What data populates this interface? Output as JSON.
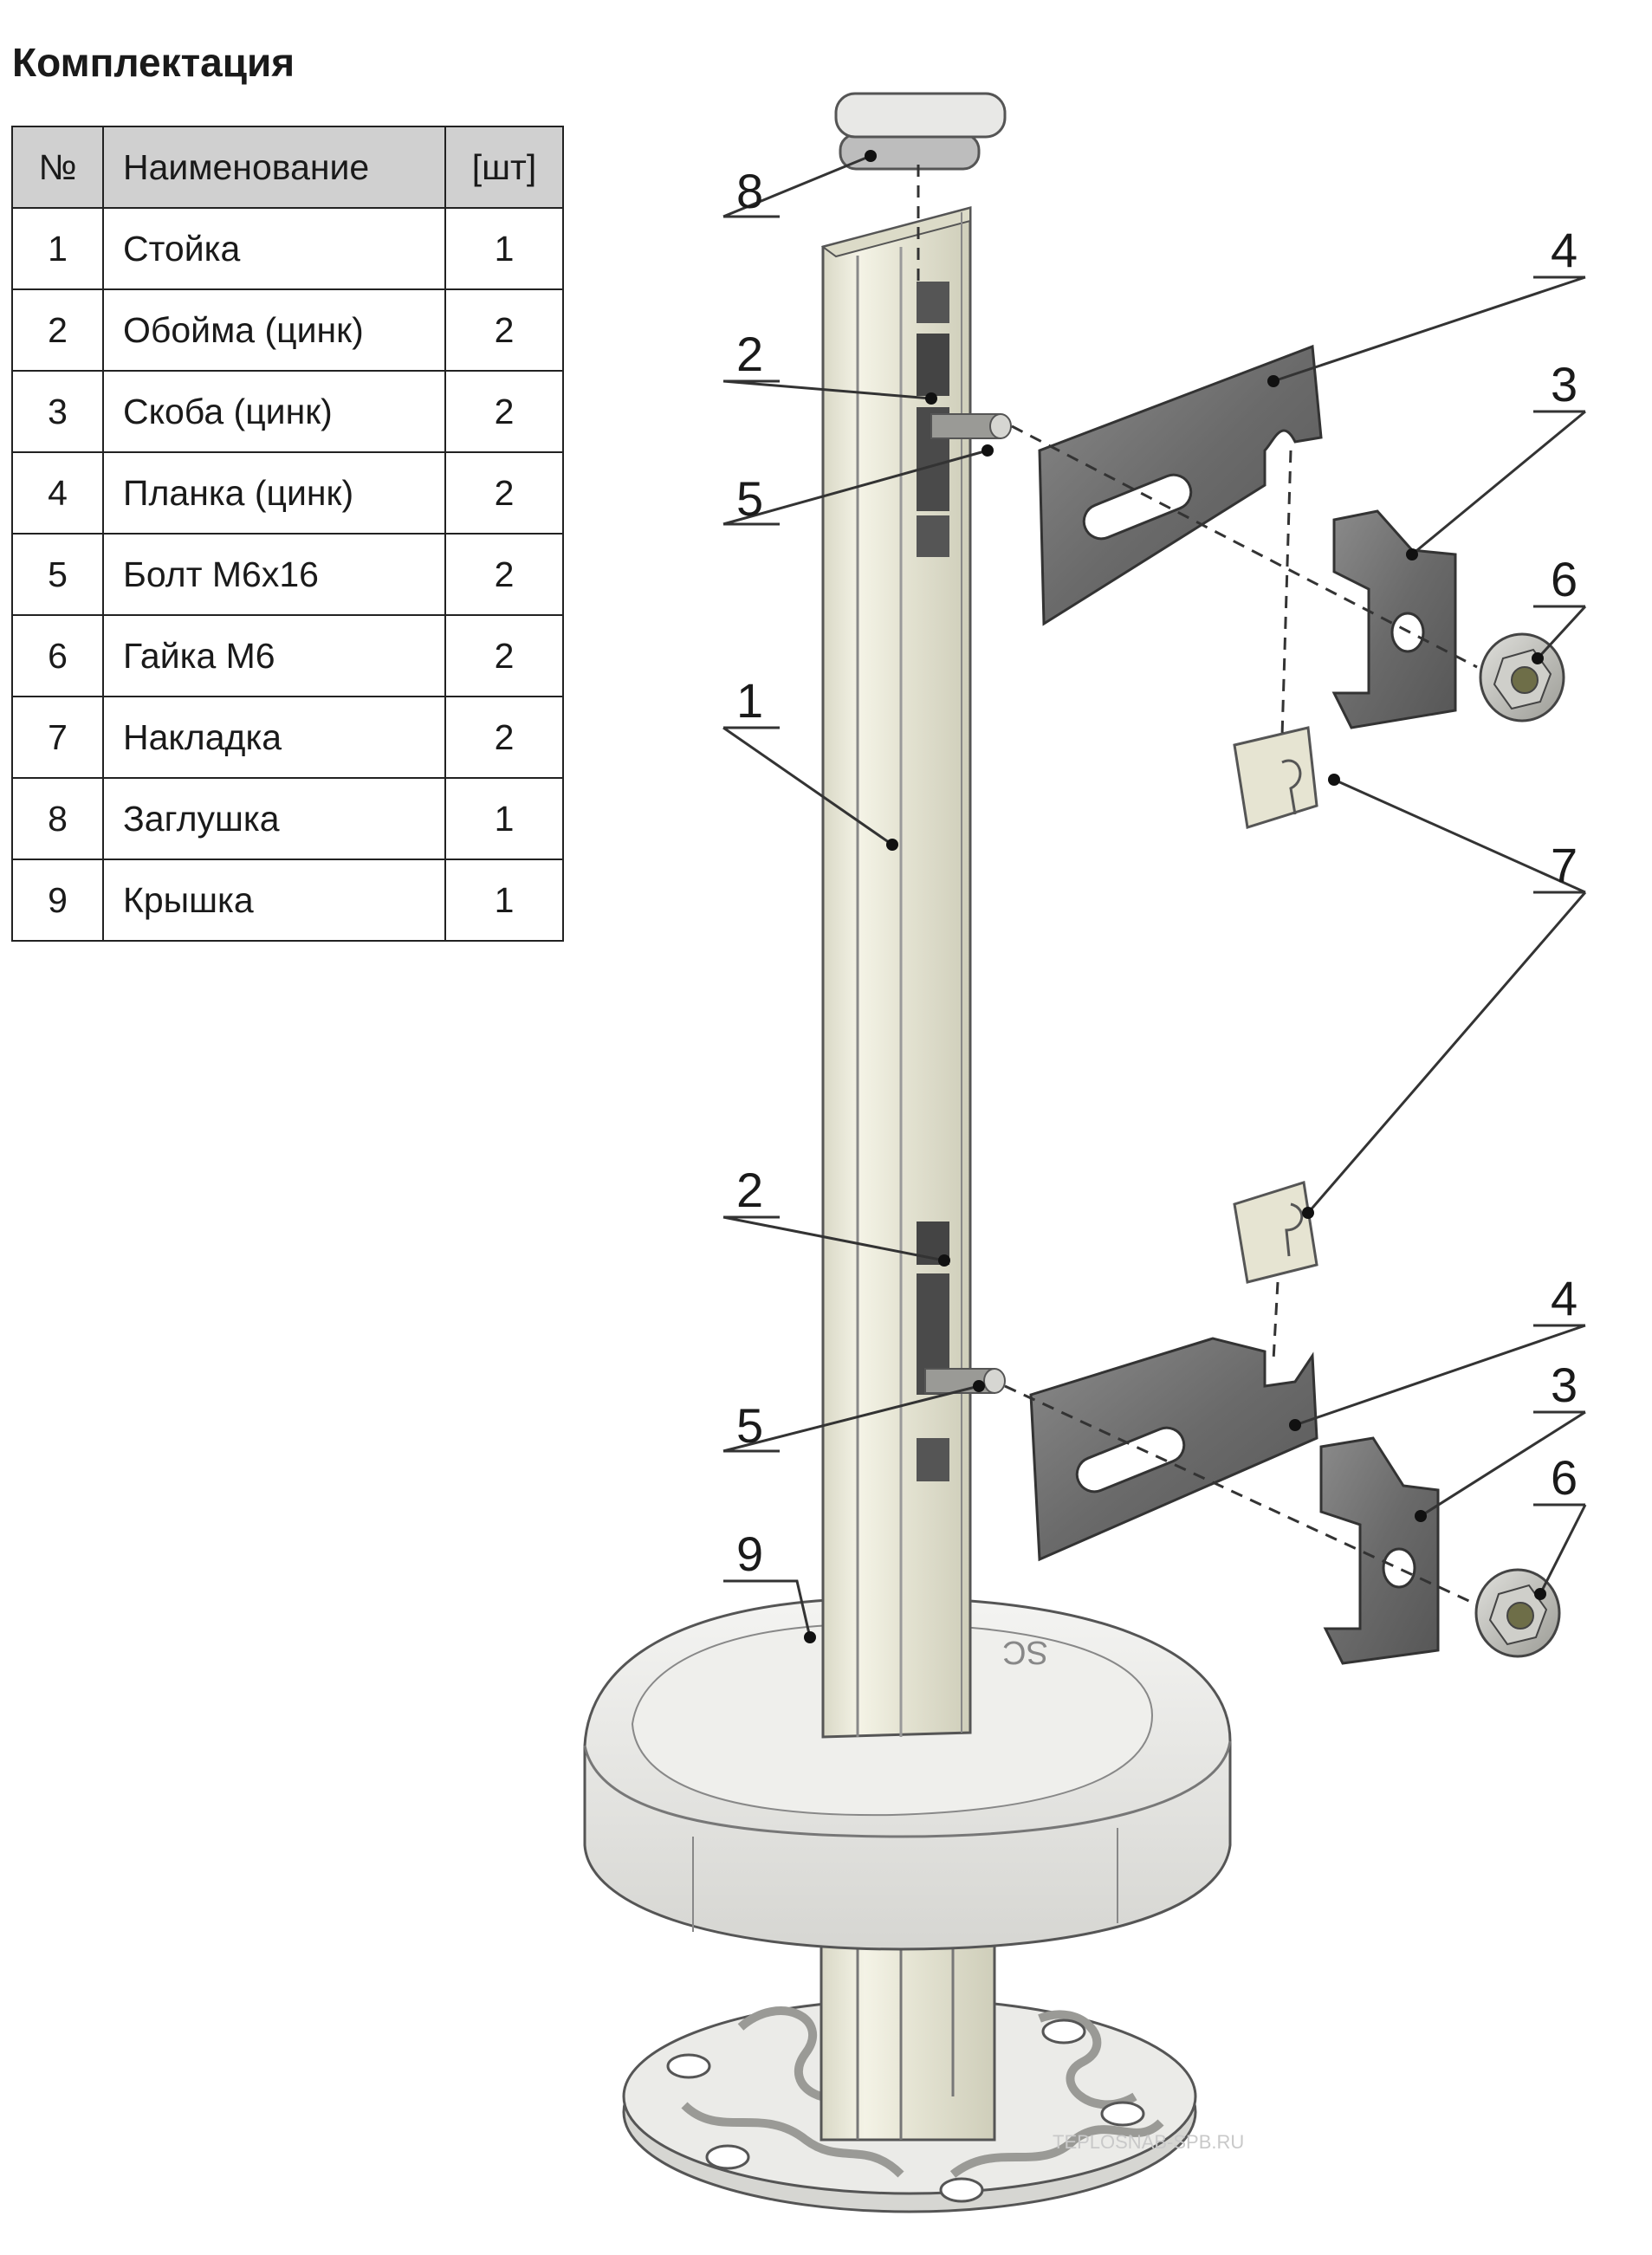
{
  "title": "Комплектация",
  "table": {
    "headers": [
      "№",
      "Наименование",
      "[шт]"
    ],
    "rows": [
      [
        "1",
        "Стойка",
        "1"
      ],
      [
        "2",
        "Обойма (цинк)",
        "2"
      ],
      [
        "3",
        "Скоба (цинк)",
        "2"
      ],
      [
        "4",
        "Планка (цинк)",
        "2"
      ],
      [
        "5",
        "Болт М6х16",
        "2"
      ],
      [
        "6",
        "Гайка М6",
        "2"
      ],
      [
        "7",
        "Накладка",
        "2"
      ],
      [
        "8",
        "Заглушка",
        "1"
      ],
      [
        "9",
        "Крышка",
        "1"
      ]
    ]
  },
  "callouts": [
    {
      "label": "8"
    },
    {
      "label": "2"
    },
    {
      "label": "5"
    },
    {
      "label": "1"
    },
    {
      "label": "2"
    },
    {
      "label": "5"
    },
    {
      "label": "9"
    },
    {
      "label": "4"
    },
    {
      "label": "3"
    },
    {
      "label": "6"
    },
    {
      "label": "7"
    },
    {
      "label": "4"
    },
    {
      "label": "3"
    },
    {
      "label": "6"
    }
  ],
  "base_marking": "SC",
  "watermark": "TEPLOSNAB-SPB.RU",
  "colors": {
    "table_header": "#d0d0d0",
    "post": "#ecebdc",
    "steel": "#6b6b6b",
    "cap": "#e9e9e6"
  }
}
